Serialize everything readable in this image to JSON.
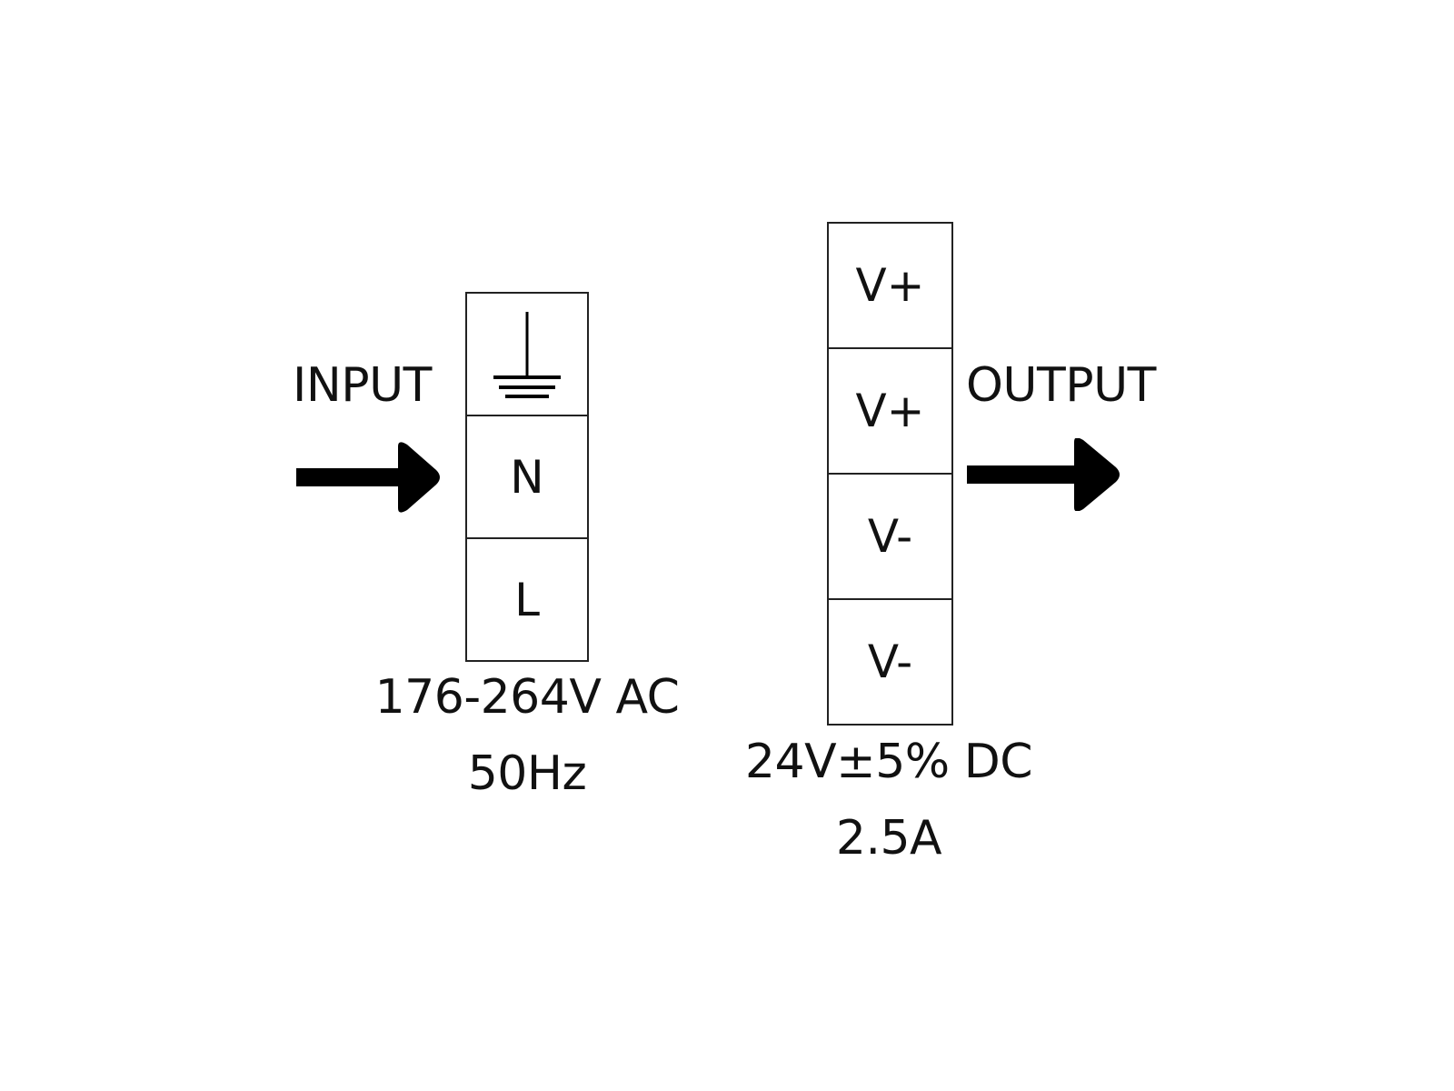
{
  "input": {
    "label": "INPUT",
    "terminals": [
      {
        "id": "earth",
        "label": "",
        "icon": "ground-icon"
      },
      {
        "id": "neutral",
        "label": "N"
      },
      {
        "id": "live",
        "label": "L"
      }
    ],
    "spec_line1": "176-264V AC",
    "spec_line2": "50Hz"
  },
  "output": {
    "label": "OUTPUT",
    "terminals": [
      {
        "id": "v-plus-1",
        "label": "V+"
      },
      {
        "id": "v-plus-2",
        "label": "V+"
      },
      {
        "id": "v-minus-1",
        "label": "V-"
      },
      {
        "id": "v-minus-2",
        "label": "V-"
      }
    ],
    "spec_line1": "24V±5% DC",
    "spec_line2": "2.5A"
  }
}
